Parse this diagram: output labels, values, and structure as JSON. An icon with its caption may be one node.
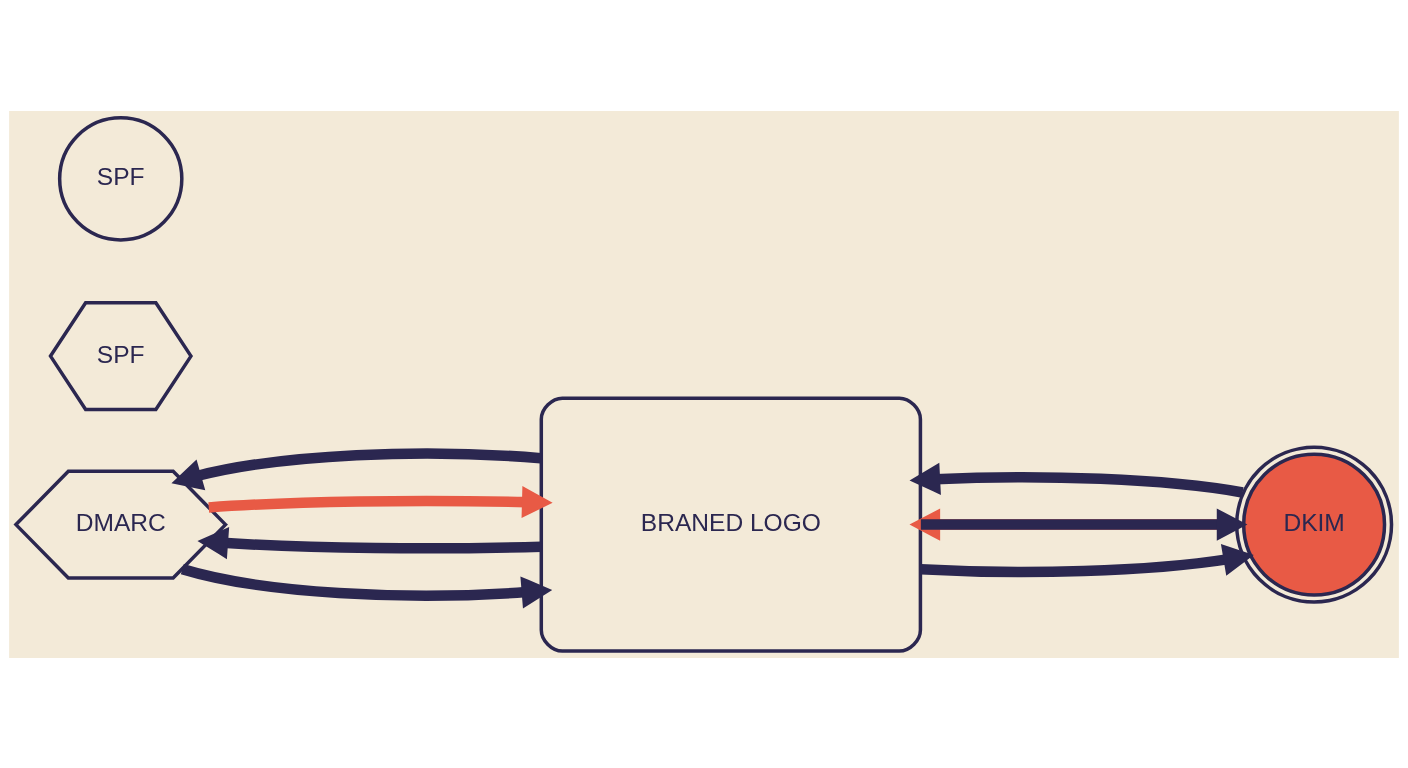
{
  "diagram": {
    "nodes": [
      {
        "text": [
          "DMARC"
        ]
      },
      {
        "text": [
          "SPF"
        ]
      },
      {
        "text": [
          "SPF"
        ]
      },
      {
        "text": [
          "DKIM"
        ]
      },
      {
        "text": [
          "BRANED LOGO"
        ]
      }
    ],
    "edges": [
      {
        "from": 4,
        "to": 0,
        "arrow": "to"
      },
      {
        "from": 0,
        "to": 4,
        "arrow": "to"
      },
      {
        "from": 0,
        "to": 4,
        "arrow": "to",
        "color": "#e85a45"
      },
      {
        "from": 4,
        "to": 0,
        "arrow": "to"
      },
      {
        "from": 4,
        "to": 3,
        "arrow": "to"
      },
      {
        "from": 3,
        "to": 4,
        "arrow": "to",
        "color": "#e85a45"
      },
      {
        "from": 3,
        "to": 4,
        "arrow": "to"
      },
      {
        "from": 4,
        "to": 3,
        "arrow": "to"
      }
    ]
  }
}
